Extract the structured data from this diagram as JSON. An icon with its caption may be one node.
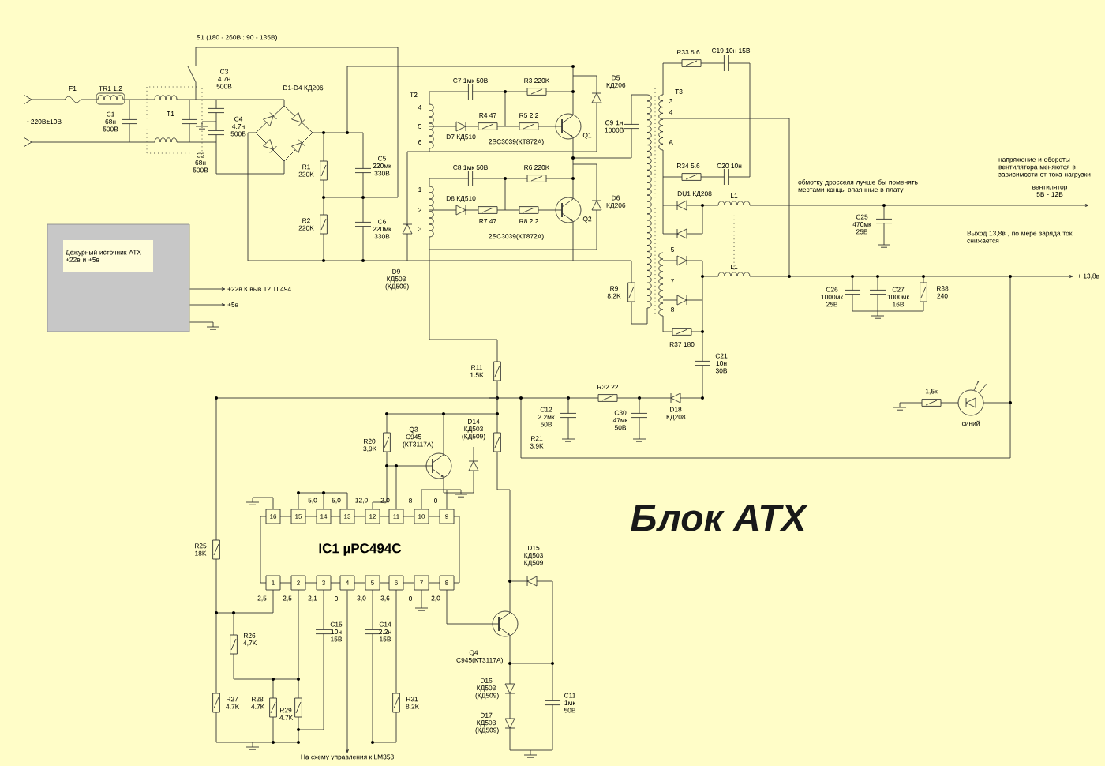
{
  "diagram": {
    "title": "Блок ATX",
    "nodes": [
      {
        "text": [],
        "shape": "box"
      },
      {
        "text": [
          "Дежурный источник ATX +22в и +5в"
        ],
        "in": 0
      },
      {
        "text": [
          "+22в К выв.12 TL494"
        ]
      },
      {
        "text": [
          "+5в"
        ]
      },
      {
        "text": [
          "IC1 µPC494C"
        ]
      },
      {
        "text": [
          "4"
        ]
      },
      {
        "text": [
          "На схему управления к LM358"
        ]
      },
      {
        "text": [],
        "shape": "ground"
      }
    ],
    "edges": [
      {
        "from": 0,
        "to": 2,
        "arrow": "to"
      },
      {
        "from": 0,
        "to": 3,
        "arrow": "to"
      },
      {
        "from": 5,
        "to": 6,
        "arrow": "to"
      },
      {
        "from": 0,
        "to": 7,
        "arrow": "none"
      }
    ],
    "labels": [
      "S1 (180 - 260В : 90 - 135В)",
      "F1",
      "TR1 1.2",
      "C3 4.7н 500В",
      "D1-D4 КД206",
      "~220В±10В",
      "C1 68н 500В",
      "T1",
      "C4 4.7н 500В",
      "C2 68н 500В",
      "R1 220K",
      "C5 220мк 330В",
      "R2 220K",
      "C6 220мк 330В",
      "C7 1мк 50В",
      "R3 220K",
      "D5 КД206",
      "T2",
      "4",
      "5",
      "6",
      "D7 КД510",
      "R4 47",
      "R5 2.2",
      "Q1",
      "2SC3039(КТ872А)",
      "C8 1мк 50В",
      "R6 220K",
      "1",
      "2",
      "3",
      "D8 КД510",
      "R7 47",
      "R8 2.2",
      "Q2",
      "2SC3039(КТ872А)",
      "D9 КД503 (КД509)",
      "C9 1н 1000В",
      "D6 КД206",
      "R9 8.2K",
      "R33 5.6",
      "C19 10н 15В",
      "T3",
      "3",
      "4",
      "A",
      "R34 5.6",
      "C20 10н",
      "DU1 КД208",
      "L1",
      "обмотку дросселя лучше бы поменять местами концы впаянные в плату",
      "напряжение и обороты вентилятора меняются в зависимости от тока нагрузки",
      "вентилятор 5В - 12В",
      "C25 470мк 25В",
      "5",
      "7",
      "L1",
      "Выход 13,8в , по мере заряда ток снижается",
      "+ 13,8в",
      "C26 1000мк 25В",
      "C27 1000мк 16В",
      "R38 240",
      "8",
      "R37 180",
      "C21 10н 30В",
      "R11 1.5K",
      "R32 22",
      "C12 2.2мк 50В",
      "Q3 C945 (КТ3117А)",
      "D14 КД503 (КД509)",
      "C30 47мк 50В",
      "D18 КД208",
      "1,5к",
      "синий",
      "R20 3,9K",
      "R21 3.9K",
      "5,0",
      "5,0",
      "12,0",
      "2,0",
      "8",
      "0",
      "16",
      "15",
      "14",
      "13",
      "12",
      "11",
      "10",
      "9",
      "R25 18K",
      "1",
      "2",
      "3",
      "5",
      "6",
      "7",
      "8",
      "2,5",
      "2,5",
      "2,1",
      "0",
      "3,0",
      "3,6",
      "0",
      "2,0",
      "D15 КД503 КД509",
      "R26 4,7K",
      "C15 10н 15В",
      "C14 2.2н 15В",
      "Q4 C945(КТ3117А)",
      "R27 4.7K",
      "R28 4.7K",
      "R29 4.7K",
      "R31 8.2K",
      "D16 КД503 (КД509)",
      "D17 КД503 (КД509)",
      "C11 1мк 50В"
    ]
  }
}
